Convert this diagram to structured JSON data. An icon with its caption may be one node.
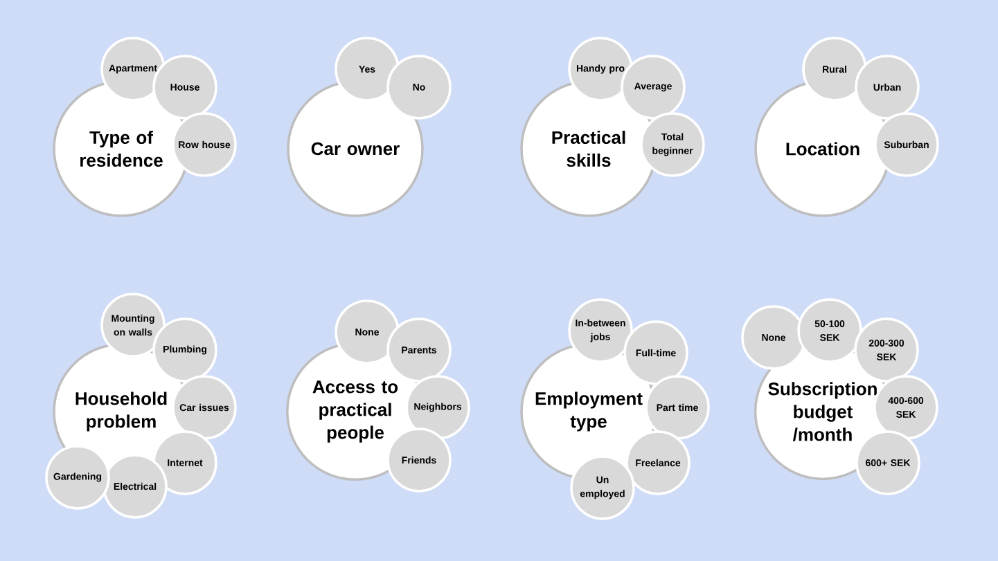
{
  "diagram": {
    "nodes": [
      {
        "text": [
          "Type of residence"
        ]
      },
      {
        "text": [
          "Apartment"
        ]
      },
      {
        "text": [
          "House"
        ]
      },
      {
        "text": [
          "Row house"
        ]
      },
      {
        "text": [
          "Car owner"
        ]
      },
      {
        "text": [
          "Yes"
        ]
      },
      {
        "text": [
          "No"
        ]
      },
      {
        "text": [
          "Practical skills"
        ]
      },
      {
        "text": [
          "Handy pro"
        ]
      },
      {
        "text": [
          "Average"
        ]
      },
      {
        "text": [
          "Total beginner"
        ]
      },
      {
        "text": [
          "Location"
        ]
      },
      {
        "text": [
          "Rural"
        ]
      },
      {
        "text": [
          "Urban"
        ]
      },
      {
        "text": [
          "Suburban"
        ]
      },
      {
        "text": [
          "Household problem"
        ]
      },
      {
        "text": [
          "Mounting on walls"
        ]
      },
      {
        "text": [
          "Plumbing"
        ]
      },
      {
        "text": [
          "Car issues"
        ]
      },
      {
        "text": [
          "Internet"
        ]
      },
      {
        "text": [
          "Electrical"
        ]
      },
      {
        "text": [
          "Gardening"
        ]
      },
      {
        "text": [
          "Access to practical people"
        ]
      },
      {
        "text": [
          "None"
        ]
      },
      {
        "text": [
          "Parents"
        ]
      },
      {
        "text": [
          "Neighbors"
        ]
      },
      {
        "text": [
          "Friends"
        ]
      },
      {
        "text": [
          "Employment type"
        ]
      },
      {
        "text": [
          "In-between jobs"
        ]
      },
      {
        "text": [
          "Full-time"
        ]
      },
      {
        "text": [
          "Part time"
        ]
      },
      {
        "text": [
          "Freelance"
        ]
      },
      {
        "text": [
          "Un employed"
        ]
      },
      {
        "text": [
          "Subscription budget /month"
        ]
      },
      {
        "text": [
          "None"
        ]
      },
      {
        "text": [
          "50-100 SEK"
        ]
      },
      {
        "text": [
          "200-300 SEK"
        ]
      },
      {
        "text": [
          "400-600 SEK"
        ]
      },
      {
        "text": [
          "600+ SEK"
        ]
      }
    ]
  }
}
